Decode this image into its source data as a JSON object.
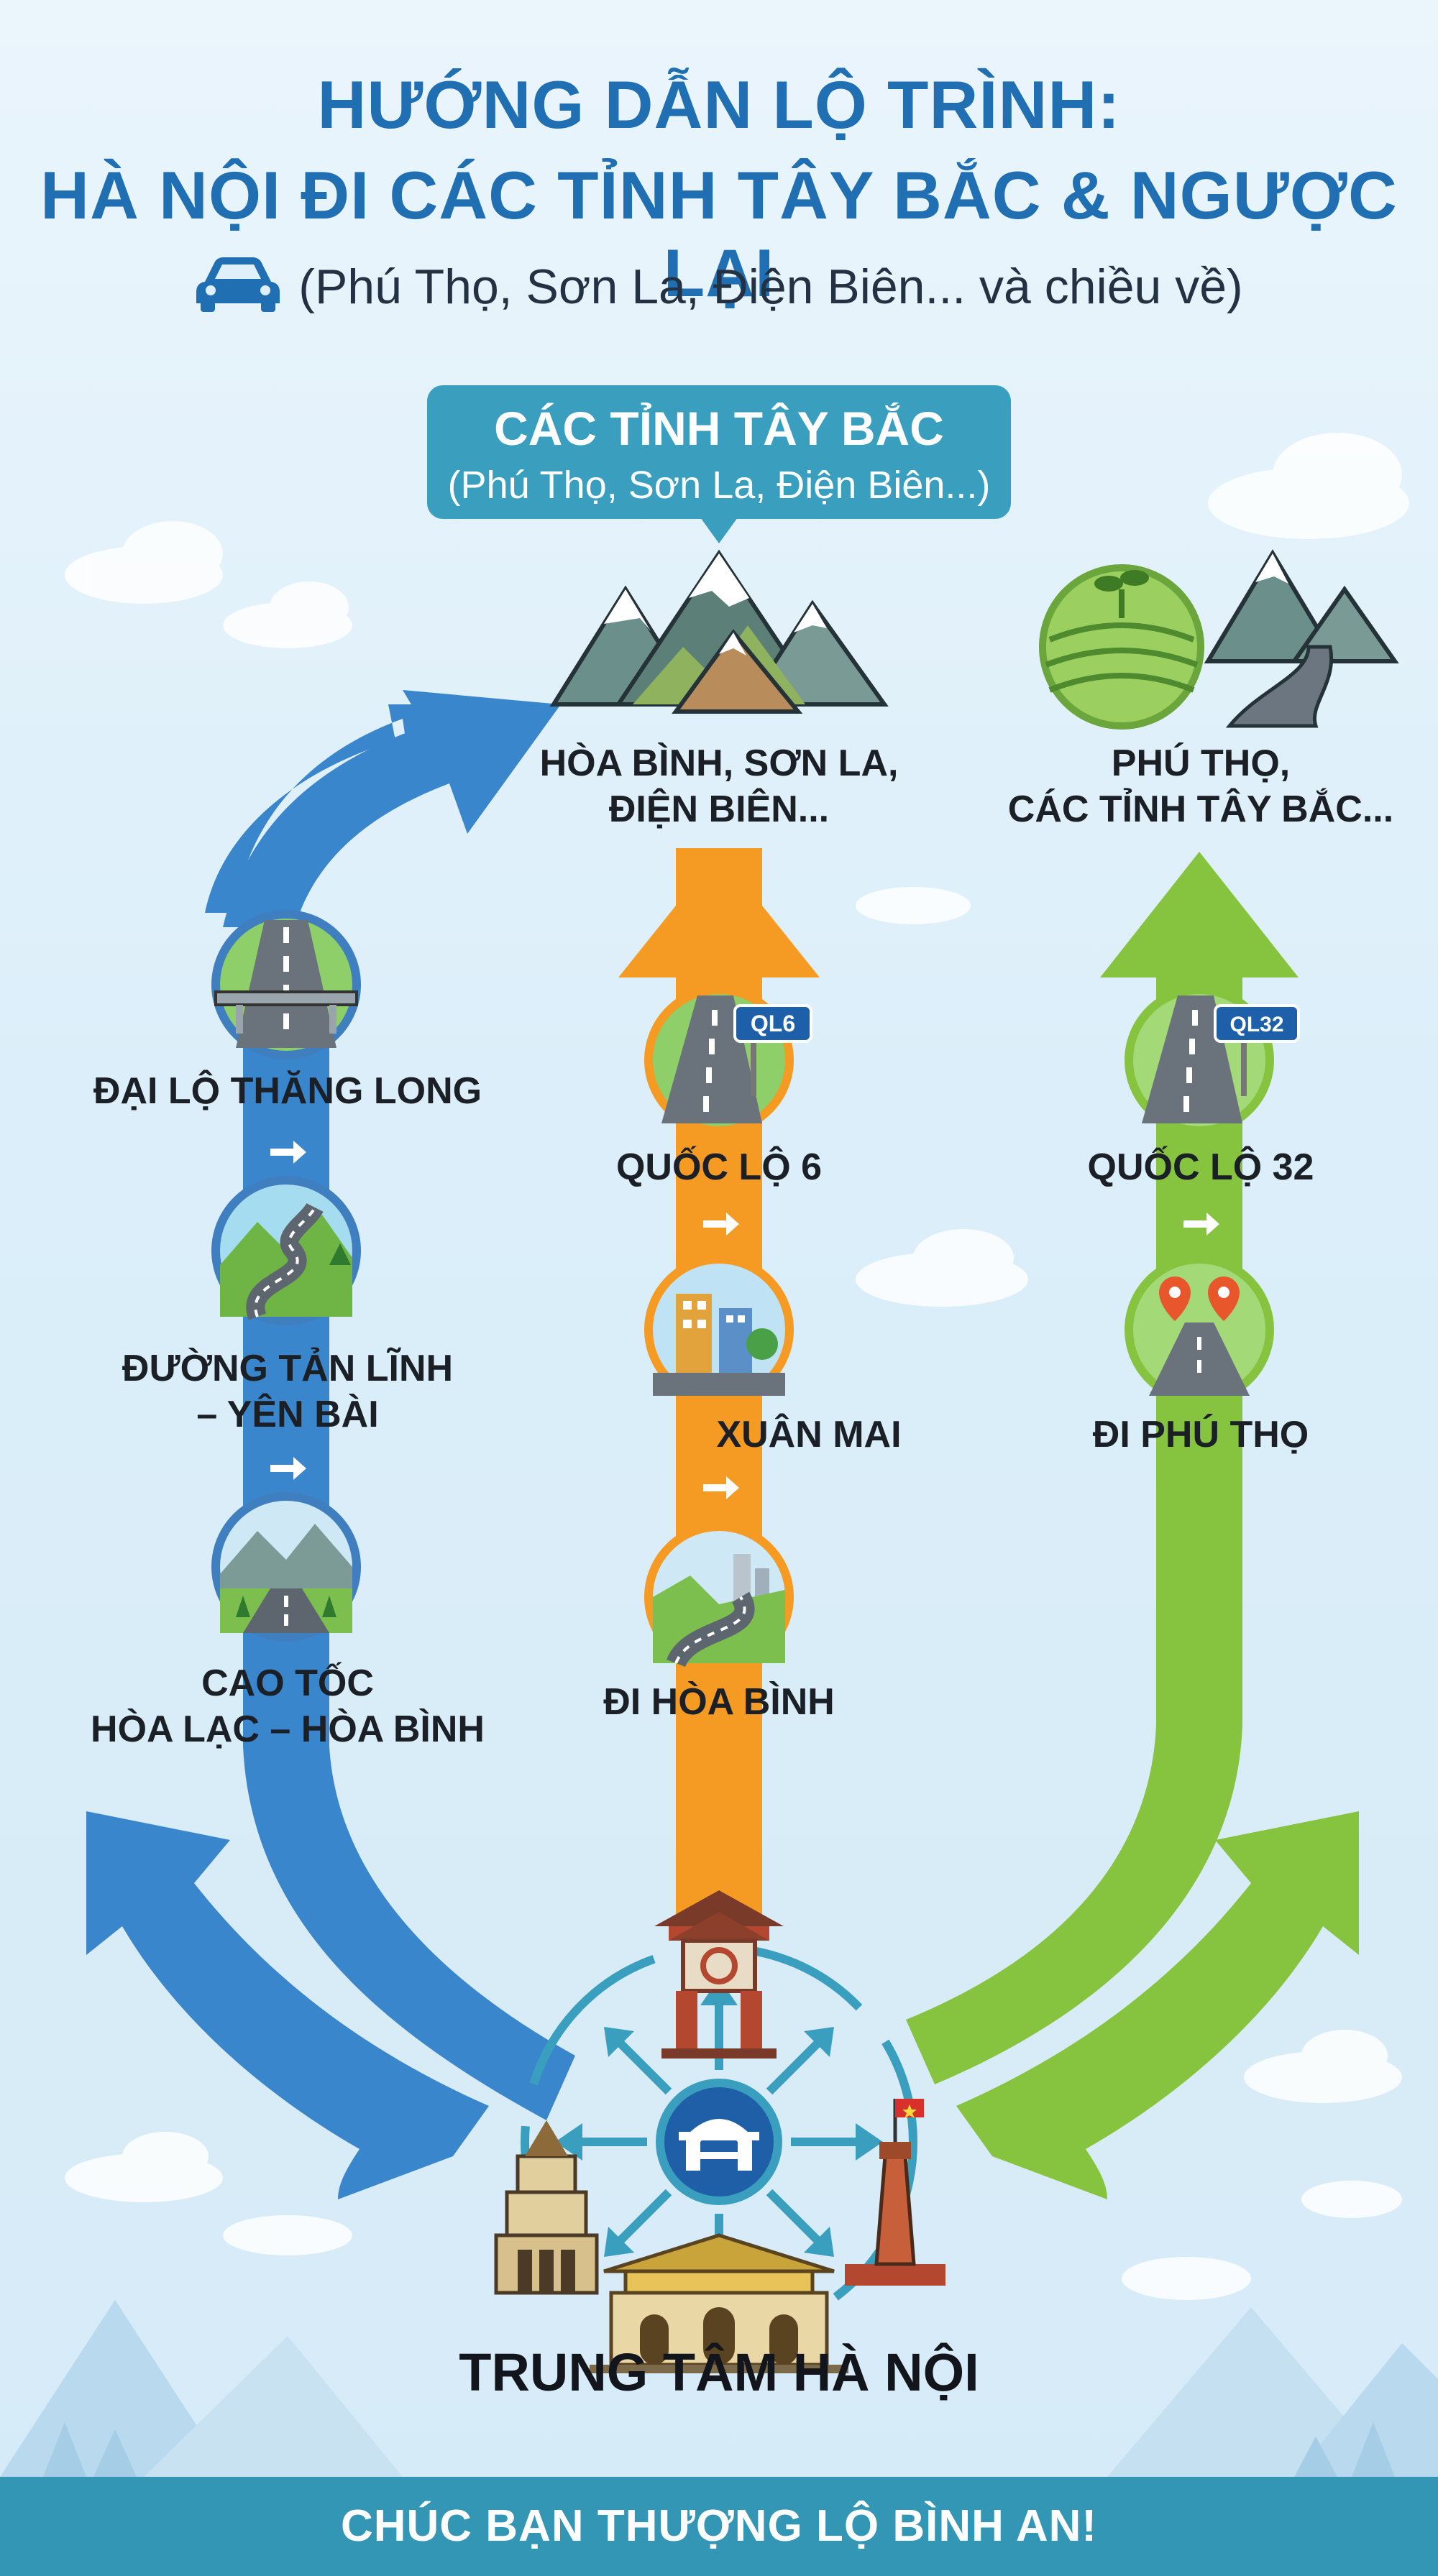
{
  "header": {
    "title_line1": "HƯỚNG DẪN LỘ TRÌNH:",
    "title_line2": "HÀ NỘI ĐI CÁC TỈNH TÂY BẮC & NGƯỢC LẠI",
    "subtitle": "(Phú Thọ, Sơn La, Điện Biên... và chiều về)",
    "subtitle_icon": "car-icon"
  },
  "destination": {
    "title": "CÁC TỈNH TÂY BẮC",
    "subtitle": "(Phú Thọ, Sơn La, Điện Biên...)"
  },
  "routes": {
    "left": {
      "color": "#3a86cc",
      "steps": [
        {
          "label": "ĐẠI LỘ THĂNG LONG",
          "icon": "overpass-highway-icon"
        },
        {
          "label": "ĐƯỜNG TẢN LĨNH\n– YÊN BÀI",
          "icon": "winding-road-icon"
        },
        {
          "label": "CAO TỐC\nHÒA LẠC – HÒA BÌNH",
          "icon": "mountain-highway-icon"
        }
      ]
    },
    "middle": {
      "color": "#f59a23",
      "destination_label": "HÒA BÌNH, SƠN LA,\nĐIỆN BIÊN...",
      "destination_icon": "mountains-icon",
      "steps": [
        {
          "label": "QUỐC LỘ 6",
          "icon": "road-sign-icon",
          "sign": "QL6"
        },
        {
          "label": "XUÂN MAI",
          "icon": "town-icon"
        },
        {
          "label": "ĐI HÒA BÌNH",
          "icon": "valley-road-icon"
        }
      ]
    },
    "right": {
      "color": "#86c440",
      "destination_label": "PHÚ THỌ,\nCÁC TỈNH TÂY BẮC...",
      "destination_icon": "farmland-road-icon",
      "steps": [
        {
          "label": "QUỐC LỘ 32",
          "icon": "road-sign-icon",
          "sign": "QL32"
        },
        {
          "label": "ĐI PHÚ THỌ",
          "icon": "map-pin-road-icon"
        }
      ]
    }
  },
  "center": {
    "label": "TRUNG TÂM HÀ NỘI",
    "icon": "hanoi-emblem-icon"
  },
  "footer": {
    "text": "CHÚC BẠN THƯỢNG LỘ BÌNH AN!"
  }
}
